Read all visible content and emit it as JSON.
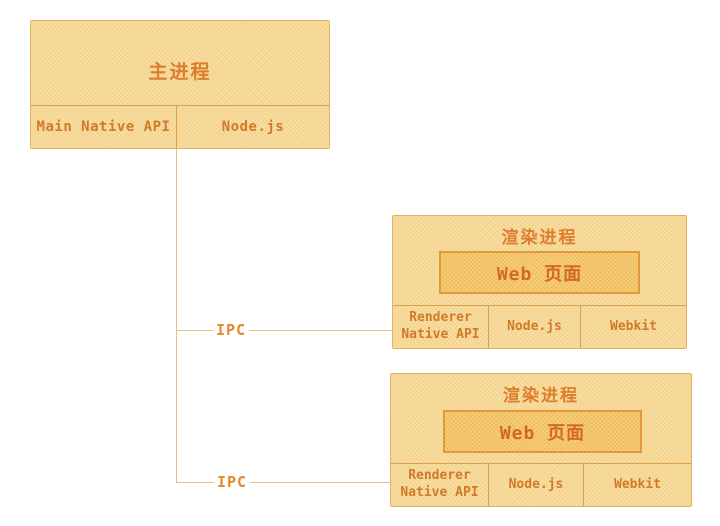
{
  "palette": {
    "box_fill": "#f9dfa2",
    "box_border": "#e3b162",
    "divider": "#d9a14b",
    "inner_box_fill": "#f8ce77",
    "inner_box_border": "#e09a3c",
    "title_text": "#dc7e2e",
    "cell_text": "#d07a2a",
    "web_text": "#d2691e",
    "line": "#e6c183",
    "ipc_text": "#e18a2c",
    "background": "#ffffff"
  },
  "main_process": {
    "title": "主进程",
    "cells": [
      "Main Native API",
      "Node.js"
    ]
  },
  "renderers": [
    {
      "title": "渲染进程",
      "web_page": "Web 页面",
      "cells": [
        "Renderer Native API",
        "Node.js",
        "Webkit"
      ]
    },
    {
      "title": "渲染进程",
      "web_page": "Web 页面",
      "cells": [
        "Renderer Native API",
        "Node.js",
        "Webkit"
      ]
    }
  ],
  "connections": [
    {
      "label": "IPC"
    },
    {
      "label": "IPC"
    }
  ]
}
